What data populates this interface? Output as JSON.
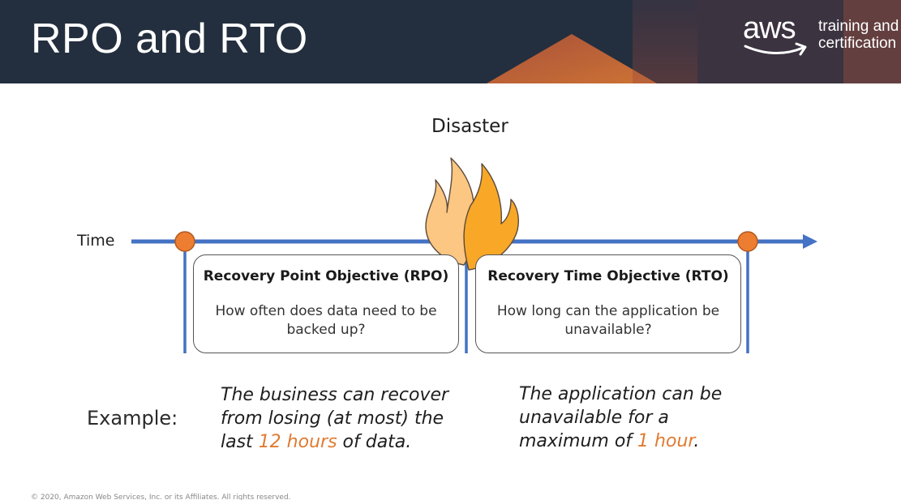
{
  "header": {
    "title": "RPO and RTO",
    "brand_word": "aws",
    "brand_line1": "training and",
    "brand_line2": "certification"
  },
  "diagram": {
    "disaster_label": "Disaster",
    "time_label": "Time",
    "rpo": {
      "heading": "Recovery Point Objective (RPO)",
      "body": "How often does data need to be backed up?"
    },
    "rto": {
      "heading": "Recovery Time Objective (RTO)",
      "body": "How long can the application be unavailable?"
    }
  },
  "examples": {
    "label": "Example:",
    "rpo_before": "The business can recover from losing (at most) the last ",
    "rpo_highlight": "12 hours",
    "rpo_after": " of data.",
    "rto_before": "The application can be unavailable for a maximum of ",
    "rto_highlight": "1 hour",
    "rto_after": "."
  },
  "footer": {
    "copyright": "© 2020, Amazon Web Services, Inc. or its Affiliates. All rights reserved."
  },
  "colors": {
    "header_bg": "#232f3e",
    "timeline": "#4472c4",
    "marker": "#ed7d31",
    "highlight": "#e07b33",
    "flame_light": "#fcc683",
    "flame_dark": "#f8a727"
  },
  "icons": [
    "fire-icon",
    "aws-smile-icon",
    "arrow-head-icon"
  ]
}
